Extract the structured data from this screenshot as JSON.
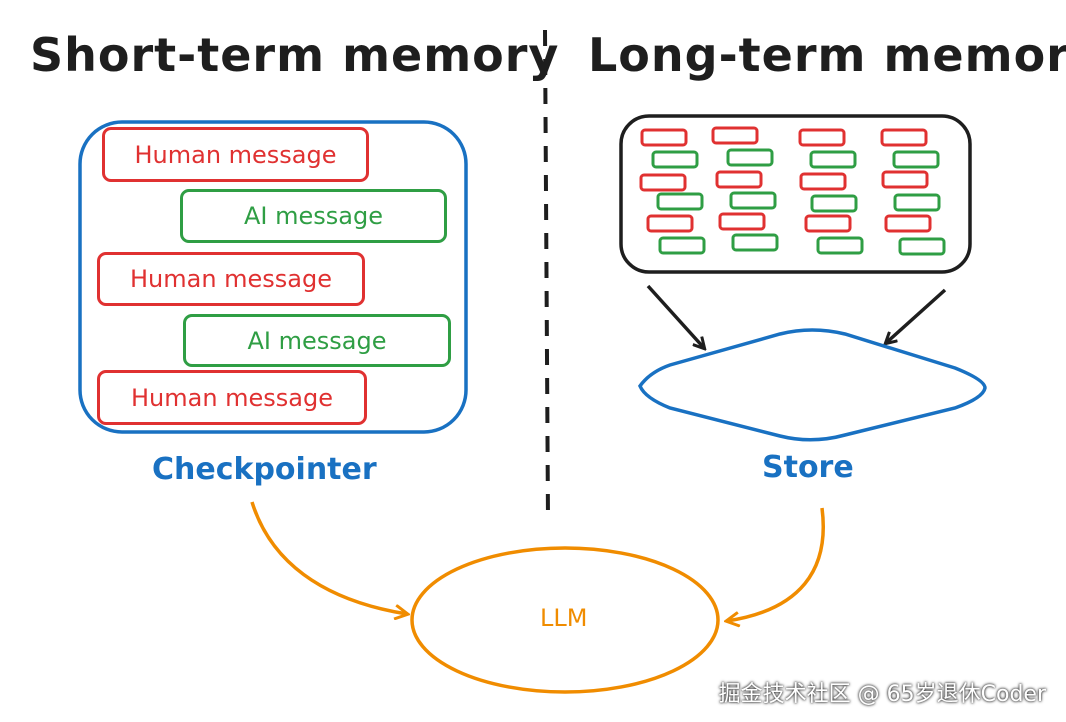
{
  "titles": {
    "short_term": "Short-term memory",
    "long_term": "Long-term memory"
  },
  "checkpointer": {
    "label": "Checkpointer",
    "messages": [
      {
        "role": "human",
        "text": "Human message"
      },
      {
        "role": "ai",
        "text": "AI message"
      },
      {
        "role": "human",
        "text": "Human message"
      },
      {
        "role": "ai",
        "text": "AI message"
      },
      {
        "role": "human",
        "text": "Human message"
      }
    ]
  },
  "store": {
    "label": "Store"
  },
  "llm": {
    "label": "LLM"
  },
  "watermark": "掘金技术社区 @ 65岁退休Coder",
  "colors": {
    "human": "#e03131",
    "ai": "#2f9e44",
    "container": "#1971c2",
    "llm": "#f08c00",
    "ink": "#1e1e1e"
  }
}
